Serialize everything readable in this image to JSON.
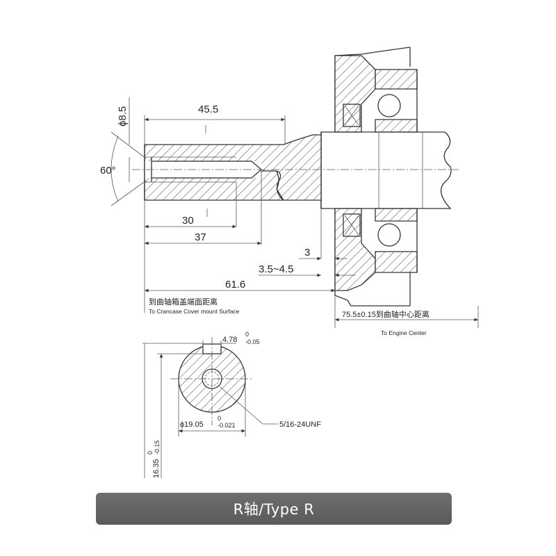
{
  "drawing": {
    "dim_45_5": "45.5",
    "dim_phi_8_5": "ϕ8.5",
    "dim_60": "60°",
    "dim_30": "30",
    "dim_37": "37",
    "dim_3": "3",
    "dim_3_5_4_5": "3.5~4.5",
    "dim_61_6": "61.6",
    "crankcase_cn": "到曲轴箱盖端面距离",
    "crankcase_en": "To Crancase Cover mount Surface",
    "engine_center_cn": "75.5±0.15到曲轴中心距离",
    "engine_center_en": "To Engine Center",
    "key_width": "4.78",
    "key_width_tol_upper": "0",
    "key_width_tol_lower": "-0.05",
    "shaft_dia": "ϕ19.05",
    "shaft_dia_tol_upper": "0",
    "shaft_dia_tol_lower": "-0.021",
    "thread": "5/16-24UNF",
    "key_depth": "16.35",
    "key_depth_tol_upper": "0",
    "key_depth_tol_lower": "-0.15"
  },
  "caption": "R轴/Type R"
}
